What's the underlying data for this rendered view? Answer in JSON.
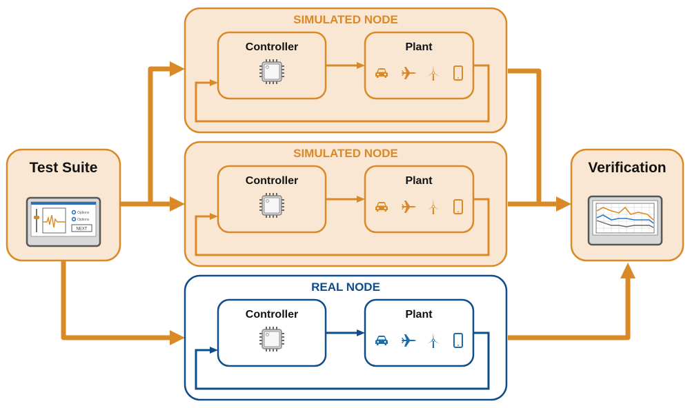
{
  "colors": {
    "orange": "#D98A27",
    "orange_fill": "#F9E7D3",
    "blue": "#0E4C8A",
    "blue_icon": "#1A6DA6",
    "chip_gray": "#8A8A8A",
    "text": "#111111"
  },
  "test_suite": {
    "title": "Test Suite",
    "screen": {
      "option1": "Options",
      "option2": "Options",
      "button": "NEXT"
    }
  },
  "verification": {
    "title": "Verification"
  },
  "nodes": [
    {
      "label": "SIMULATED NODE",
      "kind": "simulated",
      "controller": {
        "title": "Controller",
        "icon": "microchip-icon"
      },
      "plant": {
        "title": "Plant",
        "icons": [
          "car-icon",
          "airplane-icon",
          "wind-turbine-icon",
          "smartphone-icon"
        ]
      }
    },
    {
      "label": "SIMULATED NODE",
      "kind": "simulated",
      "controller": {
        "title": "Controller",
        "icon": "microchip-icon"
      },
      "plant": {
        "title": "Plant",
        "icons": [
          "car-icon",
          "airplane-icon",
          "wind-turbine-icon",
          "smartphone-icon"
        ]
      }
    },
    {
      "label": "REAL NODE",
      "kind": "real",
      "controller": {
        "title": "Controller",
        "icon": "microchip-icon"
      },
      "plant": {
        "title": "Plant",
        "icons": [
          "car-icon",
          "airplane-icon",
          "wind-turbine-icon",
          "smartphone-icon"
        ]
      }
    }
  ],
  "edges": [
    {
      "from": "Test Suite",
      "to": "SIMULATED NODE 1"
    },
    {
      "from": "Test Suite",
      "to": "SIMULATED NODE 2"
    },
    {
      "from": "Test Suite",
      "to": "REAL NODE"
    },
    {
      "from": "SIMULATED NODE 1",
      "to": "Verification"
    },
    {
      "from": "SIMULATED NODE 2",
      "to": "Verification"
    },
    {
      "from": "REAL NODE",
      "to": "Verification"
    }
  ]
}
